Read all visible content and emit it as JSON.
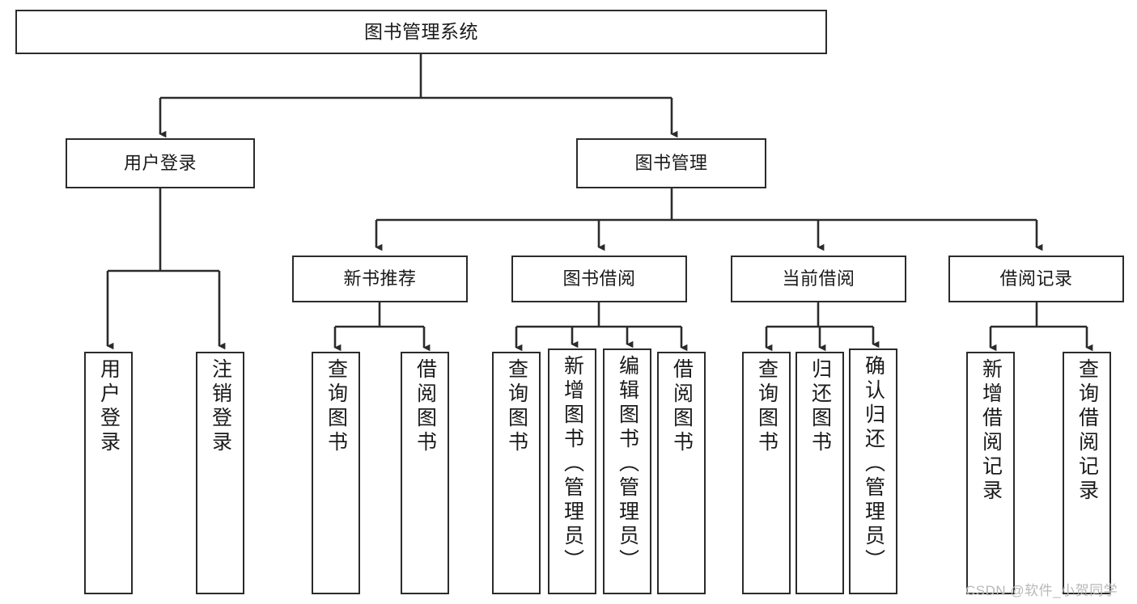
{
  "diagram": {
    "title": "图书管理系统",
    "type": "hierarchy-tree",
    "colors": {
      "border": "#2b2b2b",
      "background": "#ffffff",
      "text": "#1a1a1a",
      "watermark": "#b8b8b8"
    },
    "root": {
      "label": "图书管理系统"
    },
    "level1": [
      {
        "label": "用户登录"
      },
      {
        "label": "图书管理"
      }
    ],
    "level2": [
      {
        "label": "新书推荐"
      },
      {
        "label": "图书借阅"
      },
      {
        "label": "当前借阅"
      },
      {
        "label": "借阅记录"
      }
    ],
    "leaves": {
      "user_login": [
        {
          "label": "用户登录"
        },
        {
          "label": "注销登录"
        }
      ],
      "new_book_recommend": [
        {
          "label": "查询图书"
        },
        {
          "label": "借阅图书"
        }
      ],
      "book_borrow": [
        {
          "label": "查询图书"
        },
        {
          "label": "新增图书（管理员）"
        },
        {
          "label": "编辑图书（管理员）"
        },
        {
          "label": "借阅图书"
        }
      ],
      "current_borrow": [
        {
          "label": "查询图书"
        },
        {
          "label": "归还图书"
        },
        {
          "label": "确认归还（管理员）"
        }
      ],
      "borrow_record": [
        {
          "label": "新增借阅记录"
        },
        {
          "label": "查询借阅记录"
        }
      ]
    }
  },
  "watermark": {
    "text": "CSDN @软件_小贺同学"
  }
}
